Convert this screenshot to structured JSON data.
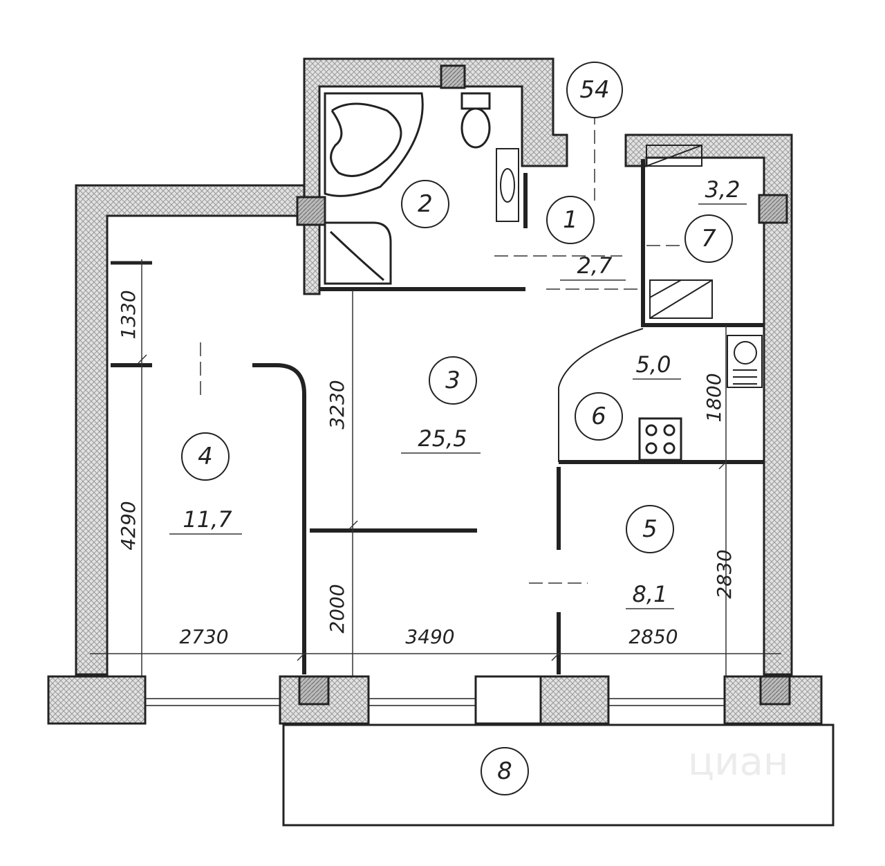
{
  "plan": {
    "apartment_number": "54",
    "rooms": [
      {
        "number": "1",
        "area": "2,7"
      },
      {
        "number": "2",
        "area": ""
      },
      {
        "number": "3",
        "area": "25,5"
      },
      {
        "number": "4",
        "area": "11,7"
      },
      {
        "number": "5",
        "area": "8,1"
      },
      {
        "number": "6",
        "area": "5,0"
      },
      {
        "number": "7",
        "area": "3,2"
      },
      {
        "number": "8",
        "area": ""
      }
    ],
    "dimensions": {
      "d1330": "1330",
      "d4290": "4290",
      "d3230": "3230",
      "d2000": "2000",
      "d2730": "2730",
      "d3490": "3490",
      "d2850": "2850",
      "d1800": "1800",
      "d2830": "2830"
    },
    "watermark": "циан",
    "colors": {
      "line": "#222222",
      "hatch": "#9a9a9a"
    }
  }
}
